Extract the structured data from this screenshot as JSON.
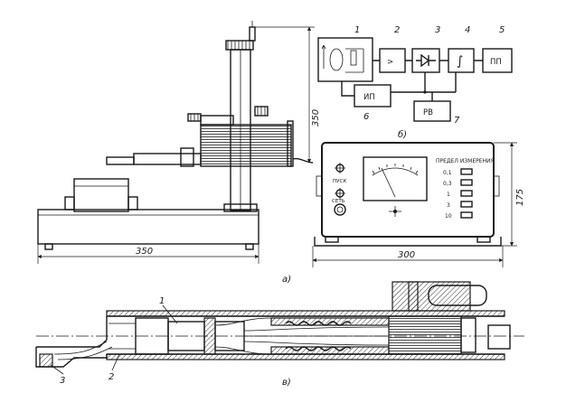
{
  "view_labels": {
    "a": "а)",
    "b": "б)",
    "v": "в)"
  },
  "dimensions": {
    "base_width": "350",
    "meter_width": "300",
    "stand_height": "350",
    "meter_height": "175"
  },
  "block_diagram": {
    "numbers": [
      "1",
      "2",
      "3",
      "4",
      "5",
      "6",
      "7"
    ],
    "block_2_symbol": ">",
    "block_4_symbol": "∫",
    "block_5_label": "ПП",
    "block_6_label": "ИП",
    "block_7_label": "РВ"
  },
  "panel": {
    "title": "ПРЕДЕЛ ИЗМЕРЕНИЯ",
    "ranges": [
      "0,1",
      "0,3",
      "1",
      "3",
      "10"
    ],
    "start_label": "ПУСК",
    "power_label": "СЕТЬ"
  },
  "probe_labels": [
    "1",
    "2",
    "3"
  ]
}
